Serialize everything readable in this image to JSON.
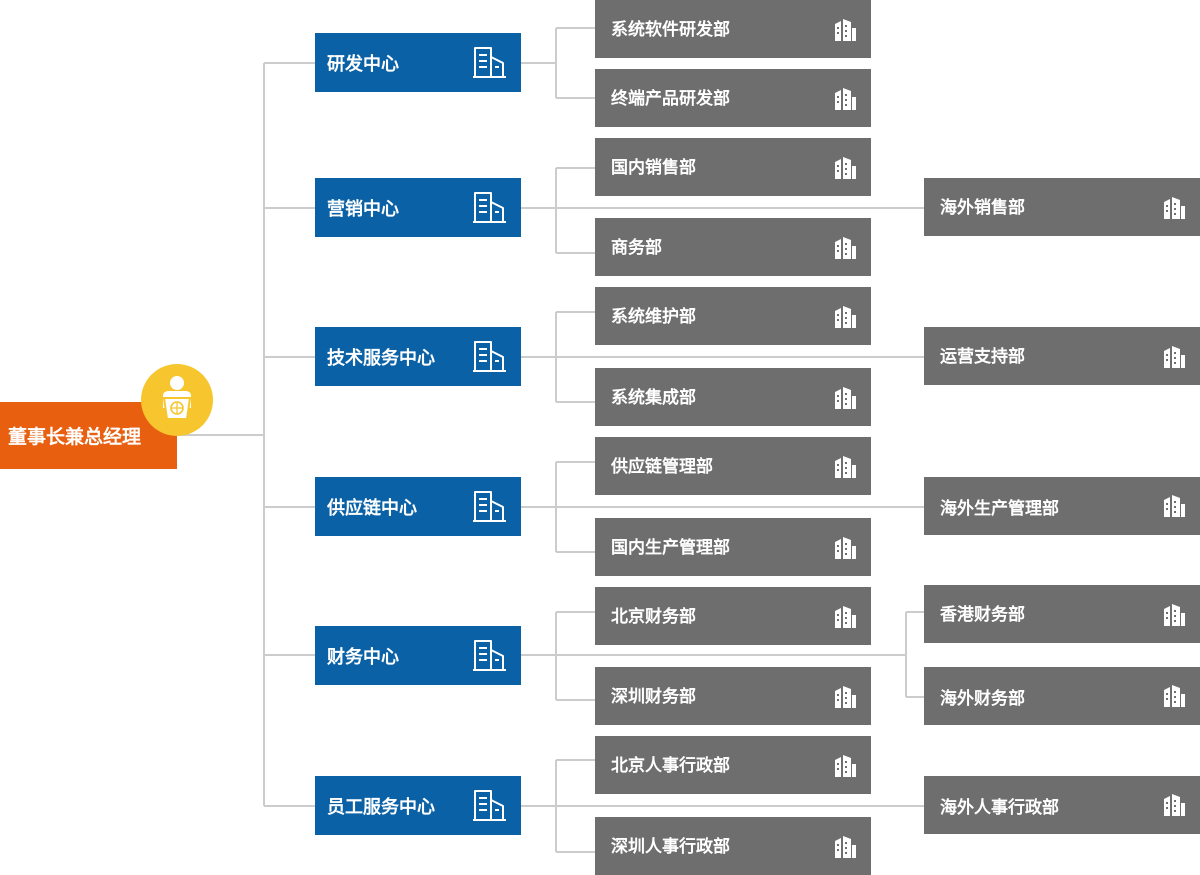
{
  "root": {
    "label": "董事长兼总经理",
    "icon": "executive-podium-icon"
  },
  "centers": [
    {
      "label": "研发中心",
      "icon": "building-icon"
    },
    {
      "label": "营销中心",
      "icon": "building-icon"
    },
    {
      "label": "技术服务中心",
      "icon": "building-icon"
    },
    {
      "label": "供应链中心",
      "icon": "building-icon"
    },
    {
      "label": "财务中心",
      "icon": "building-icon"
    },
    {
      "label": "员工服务中心",
      "icon": "building-icon"
    }
  ],
  "departments": [
    "系统软件研发部",
    "终端产品研发部",
    "国内销售部",
    "商务部",
    "系统维护部",
    "系统集成部",
    "供应链管理部",
    "国内生产管理部",
    "北京财务部",
    "深圳财务部",
    "北京人事行政部",
    "深圳人事行政部"
  ],
  "overseas": [
    "海外销售部",
    "运营支持部",
    "海外生产管理部",
    "香港财务部",
    "海外财务部",
    "海外人事行政部"
  ],
  "colors": {
    "root": "#e8600f",
    "center": "#0a61a6",
    "department": "#6e6e6e",
    "badge": "#f7c52d",
    "connector": "#cccccc"
  }
}
